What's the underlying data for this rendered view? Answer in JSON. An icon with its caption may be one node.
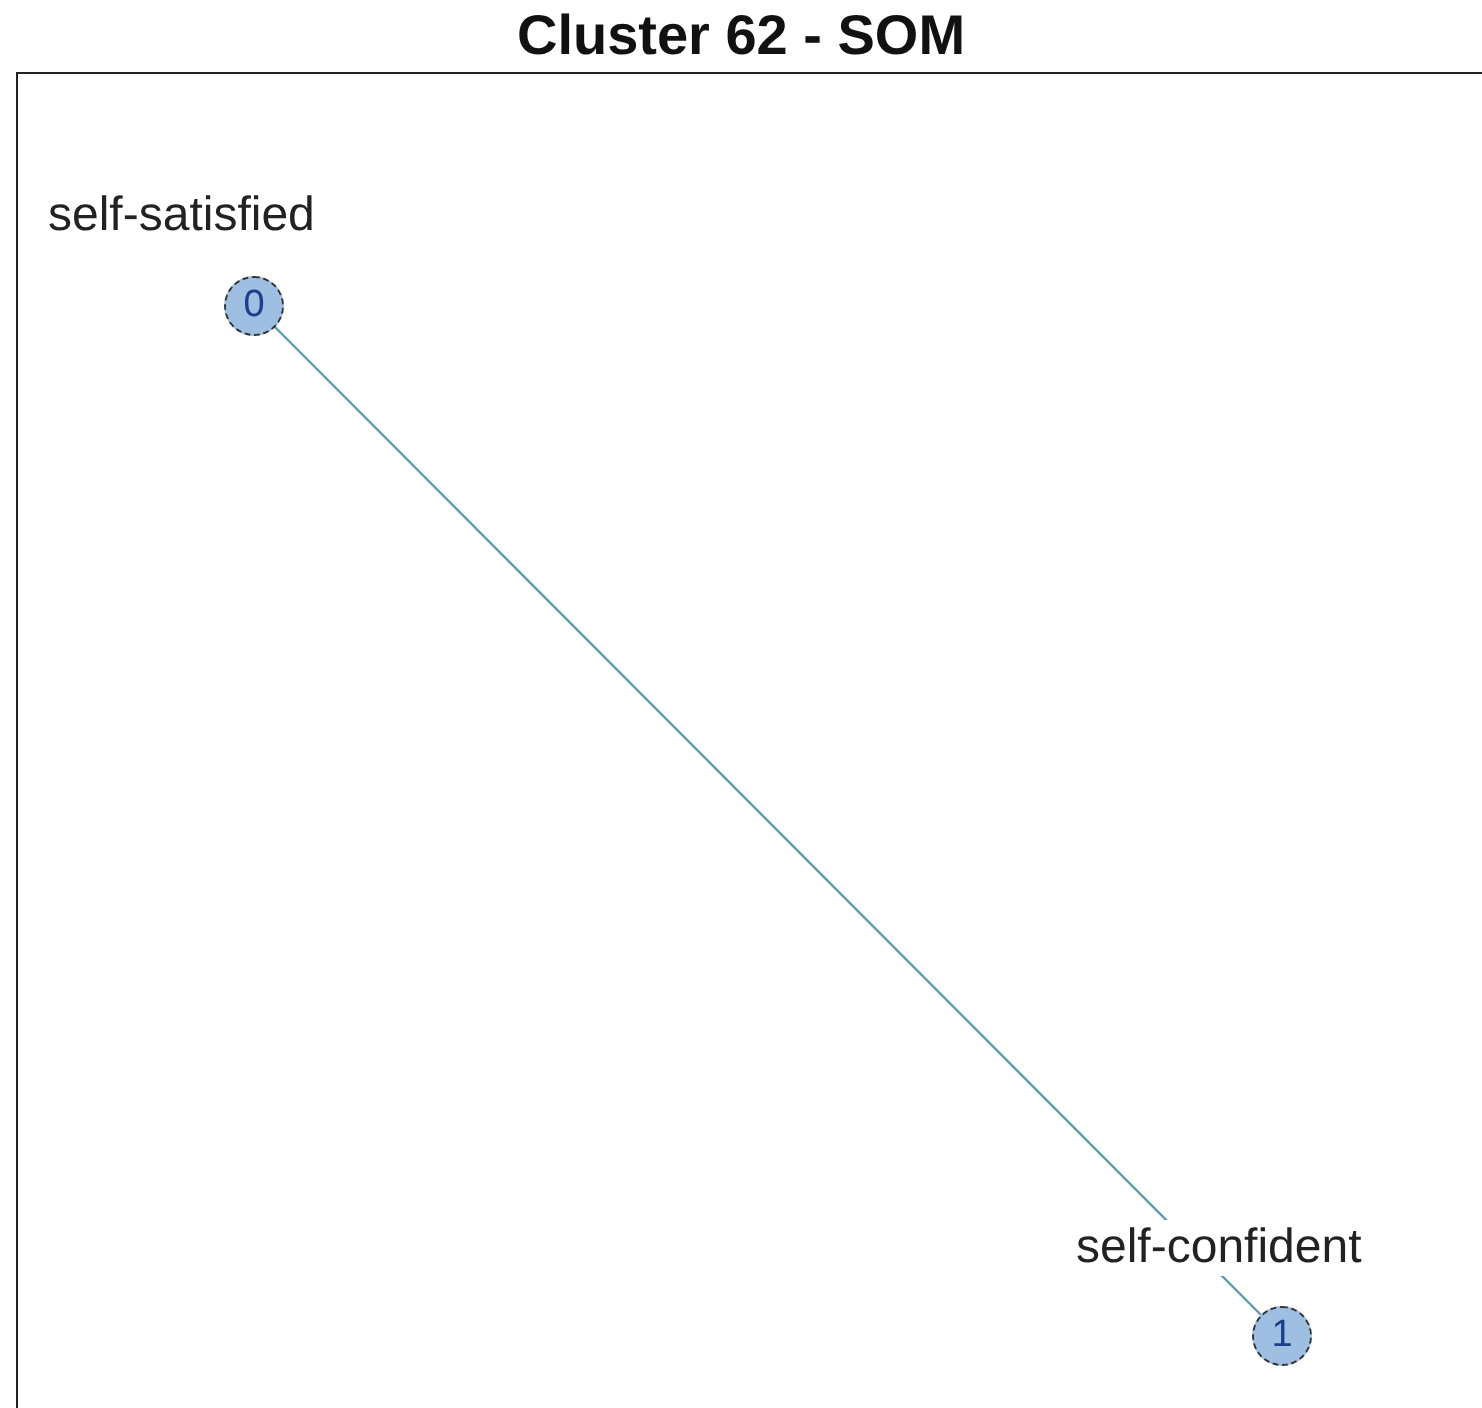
{
  "diagram": {
    "title": "Cluster 62 - SOM",
    "nodes": [
      {
        "text": [
          "0"
        ],
        "beside": [
          "self-satisfied"
        ]
      },
      {
        "text": [
          "1"
        ],
        "beside": [
          "self-confident"
        ]
      }
    ],
    "edges": [
      {
        "from": 0,
        "to": 1,
        "arrow": "none"
      }
    ]
  }
}
